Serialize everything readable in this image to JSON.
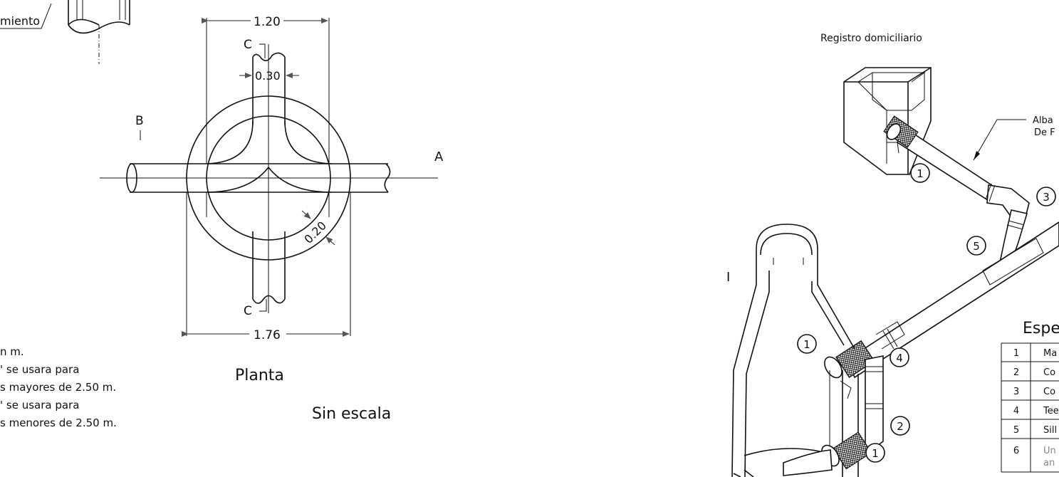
{
  "plan": {
    "dim_top": "1.20",
    "dim_inner_pipe": "0.30",
    "dim_wall": "0.20",
    "dim_bottom": "1.76",
    "label_a": "A",
    "label_b": "B",
    "label_c_top": "C",
    "label_c_bottom": "C",
    "title": "Planta",
    "scale": "Sin escala",
    "callout_fragment": "miento"
  },
  "notes": {
    "lines": [
      "n m.",
      "' se usara para",
      "s mayores de 2.50 m.",
      "' se usara para",
      "s menores de 2.50 m."
    ]
  },
  "iso": {
    "registro_label": "Registro domiciliario",
    "alba_line1": "Alba",
    "alba_line2": "De F",
    "side_mark": "I",
    "bubbles": [
      "1",
      "3",
      "5",
      "1",
      "4",
      "2",
      "1"
    ]
  },
  "spec": {
    "title": "Espe",
    "rows": [
      {
        "num": "1",
        "text": "Ma"
      },
      {
        "num": "2",
        "text": "Co"
      },
      {
        "num": "3",
        "text": "Co"
      },
      {
        "num": "4",
        "text": "Tee"
      },
      {
        "num": "5",
        "text": "Sill"
      },
      {
        "num": "6",
        "text": "Un",
        "text2": "an"
      }
    ]
  }
}
